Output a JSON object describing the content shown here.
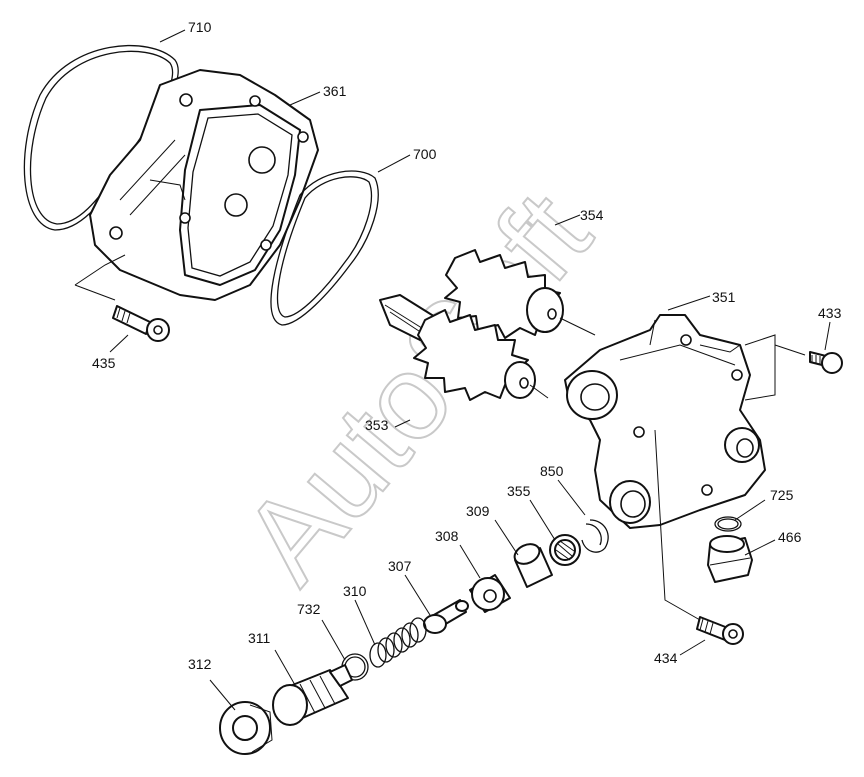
{
  "watermark": "AutoSoft",
  "callouts": {
    "c710": "710",
    "c361": "361",
    "c700": "700",
    "c354": "354",
    "c351": "351",
    "c433": "433",
    "c435": "435",
    "c353": "353",
    "c850": "850",
    "c355": "355",
    "c309": "309",
    "c308": "308",
    "c725": "725",
    "c466": "466",
    "c307": "307",
    "c310": "310",
    "c732": "732",
    "c311": "311",
    "c312": "312",
    "c434": "434"
  }
}
